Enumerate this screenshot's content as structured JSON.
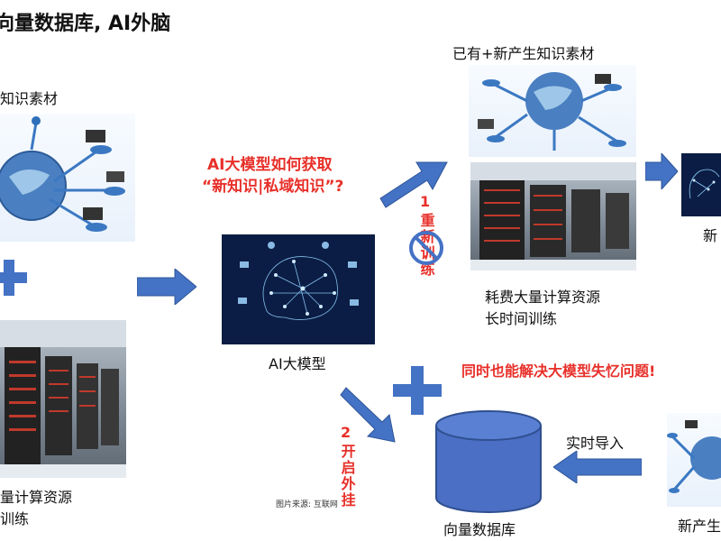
{
  "title": "向量数据库, AI外脑",
  "left": {
    "top_label": "知识素材",
    "bottom_label_line1": "量计算资源",
    "bottom_label_line2": "训练"
  },
  "center": {
    "question_line1": "AI大模型如何获取",
    "question_line2": "“新知识|私域知识”?",
    "model_label": "AI大模型",
    "source_note": "图片来源: 互联网"
  },
  "retrain": {
    "number": "1",
    "text": "重新训练"
  },
  "plugin": {
    "number": "2",
    "text": "开启外挂"
  },
  "right_top": {
    "label": "已有+新产生知识素材",
    "cost_line1": "耗费大量计算资源",
    "cost_line2": "长时间训练",
    "far_label": "新"
  },
  "bottom": {
    "also_solves": "同时也能解决大模型失忆问题!",
    "realtime": "实时导入",
    "db_label": "向量数据库",
    "new_label": "新产生"
  },
  "colors": {
    "arrow": "#4472c4",
    "accent_red": "#e8302a",
    "db_fill": "#4a6fc4"
  }
}
